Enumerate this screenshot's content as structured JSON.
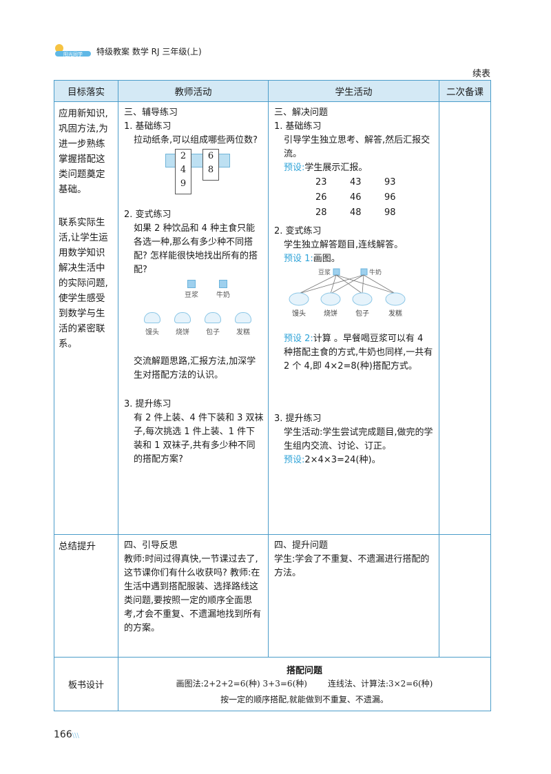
{
  "header": {
    "logo_text": "阳光同学",
    "book_info": "特级教案 数学 RJ 三年级(上)",
    "continued": "续表"
  },
  "table": {
    "headers": [
      "目标落实",
      "教师活动",
      "学生活动",
      "二次备课"
    ],
    "row1": {
      "goal_a": "应用新知识,巩固方法,为进一步熟练掌握搭配这类问题奠定基础。",
      "goal_b": "联系实际生活,让学生运用数学知识解决生活中的实际问题,使学生感受到数学与生活的紧密联系。",
      "teacher": {
        "title": "三、辅导练习",
        "t1": "1. 基础练习",
        "t1_text": "拉动纸条,可以组成哪些两位数?",
        "strip_left": [
          "2",
          "4",
          "9"
        ],
        "strip_right": [
          "6",
          "8"
        ],
        "t2": "2. 变式练习",
        "t2_text": "如果 2 种饮品和 4 种主食只能各选一种,那么有多少种不同搭配? 怎样能很快地找出所有的搭配?",
        "drinks": [
          "豆浆",
          "牛奶"
        ],
        "foods": [
          "馒头",
          "烧饼",
          "包子",
          "发糕"
        ],
        "t2_after": "交流解题思路,汇报方法,加深学生对搭配方法的认识。",
        "t3": "3. 提升练习",
        "t3_text": "有 2 件上装、4 件下装和 3 双袜子,每次挑选 1 件上装、1 件下装和 1 双袜子,共有多少种不同的搭配方案?"
      },
      "student": {
        "title": "三、解决问题",
        "s1": "1. 基础练习",
        "s1_text": "引导学生独立思考、解答,然后汇报交流。",
        "s1_hint": "预设:",
        "s1_hint_text": "学生展示汇报。",
        "numbers": [
          "23",
          "43",
          "93",
          "26",
          "46",
          "96",
          "28",
          "48",
          "98"
        ],
        "s2": "2. 变式练习",
        "s2_text": "学生独立解答题目,连线解答。",
        "s2_hint1": "预设 1:",
        "s2_hint1_text": "画图。",
        "diagram_drinks": [
          "豆浆",
          "牛奶"
        ],
        "diagram_foods": [
          "馒头",
          "烧饼",
          "包子",
          "发糕"
        ],
        "s2_hint2": "预设 2:",
        "s2_hint2_text": "计算 。早餐喝豆浆可以有 4 种搭配主食的方式,牛奶也同样,一共有 2 个 4,即 4×2=8(种)搭配方式。",
        "s3": "3. 提升练习",
        "s3_text": "学生活动:学生尝试完成题目,做完的学生组内交流、讨论、订正。",
        "s3_hint": "预设:",
        "s3_formula": "2×4×3=24(种)。"
      }
    },
    "row2": {
      "goal": "总结提升",
      "teacher_title": "四、引导反思",
      "teacher_text": "教师:时间过得真快,一节课过去了,这节课你们有什么收获吗? 教师:在生活中遇到搭配服装、选择路线这类问题,要按照一定的顺序全面思考,才会不重复、不遗漏地找到所有的方案。",
      "student_title": "四、提升问题",
      "student_text": "学生:学会了不重复、不遗漏进行搭配的方法。"
    },
    "row3": {
      "label": "板书设计",
      "board_title": "搭配问题",
      "board_a": "画图法:2+2+2=6(种) 3+3=6(种)",
      "board_b": "连线法、计算法:3×2=6(种)",
      "board_c": "按一定的顺序搭配,就能做到不重复、不遗漏。"
    }
  },
  "page_number": "166"
}
